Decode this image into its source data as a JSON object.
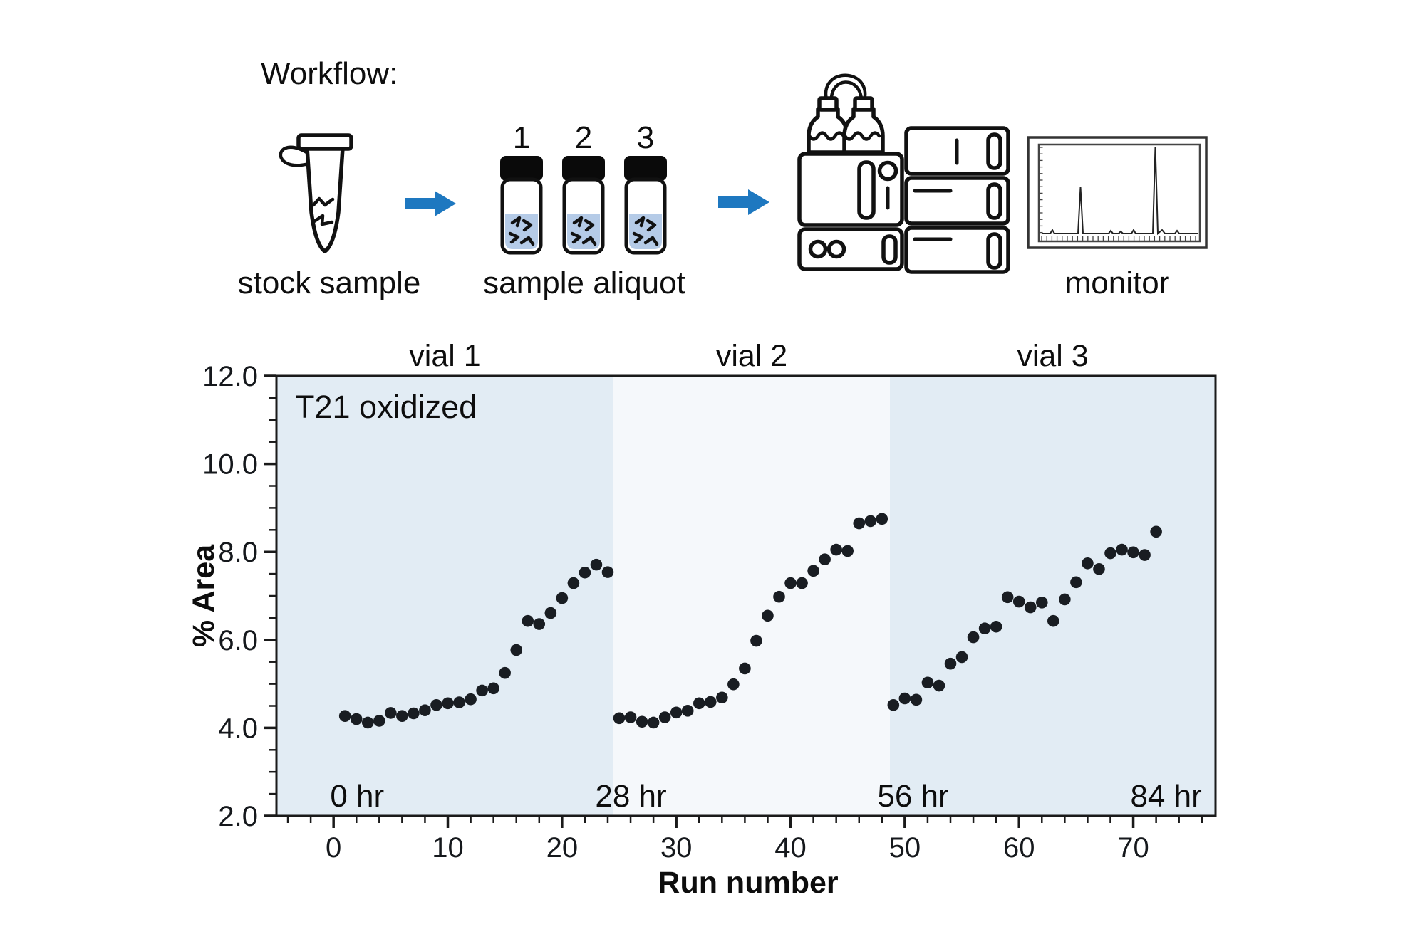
{
  "workflow": {
    "title": "Workflow:",
    "stock_label": "stock sample",
    "aliquot_label": "sample aliquot",
    "monitor_label": "monitor",
    "vials": [
      {
        "number": "1"
      },
      {
        "number": "2"
      },
      {
        "number": "3"
      }
    ],
    "arrow_color": "#1e78c0",
    "liquid_color": "#b5cbe7"
  },
  "chart_data": {
    "type": "scatter",
    "xlabel": "Run number",
    "ylabel": "% Area",
    "annotation": "T21 oxidized",
    "xlim": [
      -5,
      77.2
    ],
    "ylim": [
      2.0,
      12.0
    ],
    "x_major_ticks": [
      0,
      10,
      20,
      30,
      40,
      50,
      60,
      70
    ],
    "x_minor_step": 2,
    "y_major_ticks": [
      2.0,
      4.0,
      6.0,
      8.0,
      10.0,
      12.0
    ],
    "y_minor_step": 0.5,
    "grid": false,
    "legend": "none",
    "point_color": "#191d22",
    "point_radius": 8.3,
    "regions": [
      {
        "label": "vial 1",
        "time_label": "0 hr",
        "x_start": -5,
        "x_end": 24.5,
        "fill": "#e2ecf4",
        "time_anchor_run": -0.3,
        "time_align": "start"
      },
      {
        "label": "vial 2",
        "time_label": "28 hr",
        "x_start": 24.5,
        "x_end": 48.7,
        "fill": "#f5f8fb",
        "time_anchor_run": 22.9,
        "time_align": "start"
      },
      {
        "label": "vial 3",
        "time_label": "56 hr",
        "x_start": 48.7,
        "x_end": 77.2,
        "fill": "#e2ecf4",
        "time_anchor_run": 47.6,
        "time_align": "start"
      }
    ],
    "end_time_label": {
      "text": "84 hr",
      "anchor_run": 76.0,
      "align": "end"
    },
    "series": [
      {
        "name": "vial 1",
        "x": [
          1,
          2,
          3,
          4,
          5,
          6,
          7,
          8,
          9,
          10,
          11,
          12,
          13,
          14,
          15,
          16,
          17,
          18,
          19,
          20,
          21,
          22,
          23,
          24
        ],
        "y": [
          4.27,
          4.2,
          4.12,
          4.16,
          4.34,
          4.27,
          4.33,
          4.4,
          4.52,
          4.56,
          4.58,
          4.65,
          4.85,
          4.9,
          5.25,
          5.77,
          6.43,
          6.36,
          6.61,
          6.95,
          7.29,
          7.53,
          7.71,
          7.54
        ]
      },
      {
        "name": "vial 2",
        "x": [
          25,
          26,
          27,
          28,
          29,
          30,
          31,
          32,
          33,
          34,
          35,
          36,
          37,
          38,
          39,
          40,
          41,
          42,
          43,
          44,
          45,
          46,
          47,
          48
        ],
        "y": [
          4.22,
          4.24,
          4.14,
          4.12,
          4.24,
          4.35,
          4.39,
          4.56,
          4.59,
          4.69,
          4.99,
          5.35,
          5.98,
          6.55,
          6.98,
          7.29,
          7.29,
          7.57,
          7.83,
          8.05,
          8.02,
          8.65,
          8.7,
          8.75
        ]
      },
      {
        "name": "vial 3",
        "x": [
          49,
          50,
          51,
          52,
          53,
          54,
          55,
          56,
          57,
          58,
          59,
          60,
          61,
          62,
          63,
          64,
          65,
          66,
          67,
          68,
          69,
          70,
          71,
          72
        ],
        "y": [
          4.52,
          4.67,
          4.64,
          5.03,
          4.96,
          5.46,
          5.61,
          6.06,
          6.26,
          6.3,
          6.97,
          6.87,
          6.74,
          6.85,
          6.43,
          6.92,
          7.31,
          7.74,
          7.61,
          7.97,
          8.05,
          7.99,
          7.93,
          8.46
        ]
      }
    ]
  }
}
